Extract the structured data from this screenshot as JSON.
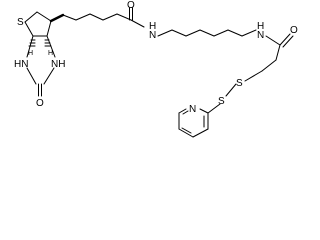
{
  "atoms": {
    "sulfur_ring": "S",
    "h_left": "H",
    "h_right": "H",
    "nh_left": "HN",
    "nh_right": "NH",
    "oxygen_urea": "O",
    "oxygen_amide1": "O",
    "amide1_n": "N",
    "amide1_h": "H",
    "amide2_n": "N",
    "amide2_h": "H",
    "oxygen_amide2": "O",
    "disulfide_s1": "S",
    "disulfide_s2": "S",
    "pyridine_n": "N"
  }
}
